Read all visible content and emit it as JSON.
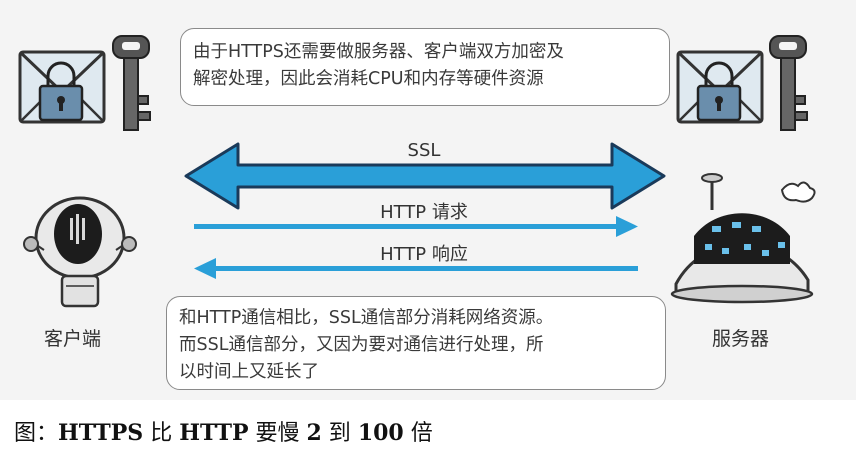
{
  "notes": {
    "top_line1": "由于HTTPS还需要做服务器、客户端双方加密及",
    "top_line2": "解密处理，因此会消耗CPU和内存等硬件资源",
    "bottom_line1": "和HTTP通信相比，SSL通信部分消耗网络资源。",
    "bottom_line2": "而SSL通信部分，又因为要对通信进行处理，所",
    "bottom_line3": "以时间上又延长了"
  },
  "arrows": {
    "ssl": "SSL",
    "request": "HTTP 请求",
    "response": "HTTP 响应"
  },
  "roles": {
    "client": "客户端",
    "server": "服务器"
  },
  "caption": {
    "prefix": "图：",
    "https": "HTTPS",
    "bi": " 比 ",
    "http": "HTTP",
    "yaoman": " 要慢 ",
    "two": "2",
    "dao": " 到 ",
    "hundred": "100",
    "bei": " 倍"
  },
  "colors": {
    "arrow_blue": "#2a9fd8",
    "arrow_dark": "#1a3a5a",
    "panel_bg": "#f4f4f4"
  },
  "icons": [
    "envelope-lock-icon",
    "key-icon",
    "robot-client-icon",
    "robot-server-icon"
  ]
}
